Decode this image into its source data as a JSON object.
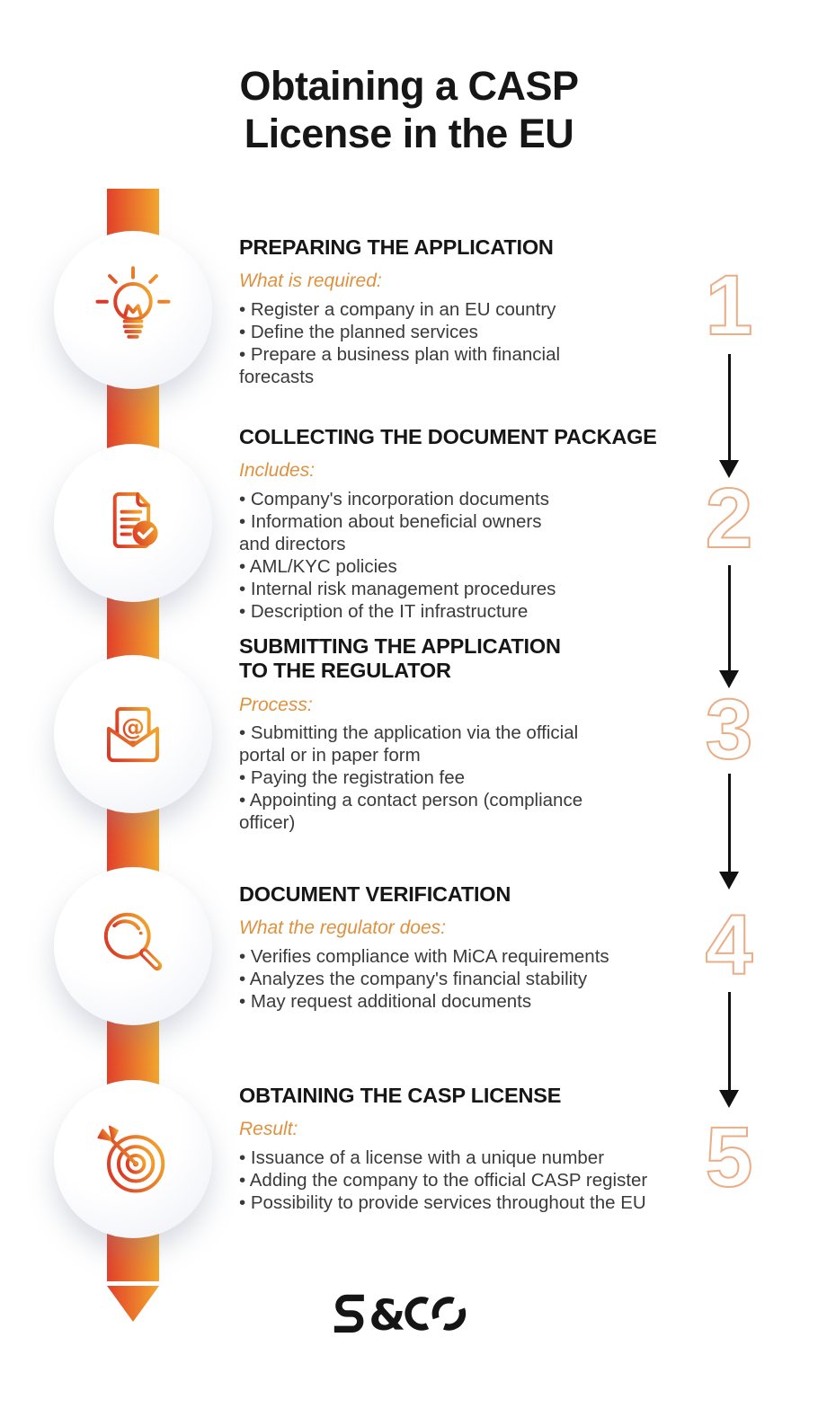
{
  "title": {
    "line1": "Obtaining a CASP",
    "line2": "License in the EU"
  },
  "steps": [
    {
      "number": "1",
      "icon": "lightbulb-icon",
      "heading_lines": [
        "PREPARING THE APPLICATION"
      ],
      "subtitle": "What is required:",
      "bullets": [
        "• Register a company in an EU country",
        "• Define the planned services",
        "• Prepare a business plan with financial",
        "forecasts"
      ]
    },
    {
      "number": "2",
      "icon": "document-check-icon",
      "heading_lines": [
        "COLLECTING THE DOCUMENT PACKAGE"
      ],
      "subtitle": "Includes:",
      "bullets": [
        "• Company's incorporation documents",
        "• Information about beneficial owners",
        "and directors",
        "• AML/KYC policies",
        "• Internal risk management procedures",
        "• Description of the IT infrastructure"
      ]
    },
    {
      "number": "3",
      "icon": "envelope-at-icon",
      "heading_lines": [
        "SUBMITTING THE APPLICATION",
        "TO THE REGULATOR"
      ],
      "subtitle": "Process:",
      "bullets": [
        "• Submitting the application via the official",
        "portal or in paper form",
        "• Paying the registration fee",
        "• Appointing a contact person (compliance",
        "officer)"
      ]
    },
    {
      "number": "4",
      "icon": "magnifier-icon",
      "heading_lines": [
        "DOCUMENT VERIFICATION"
      ],
      "subtitle": "What the regulator does:",
      "bullets": [
        "• Verifies compliance with MiCA requirements",
        "• Analyzes the company's financial stability",
        "• May request additional documents"
      ]
    },
    {
      "number": "5",
      "icon": "target-arrow-icon",
      "heading_lines": [
        "OBTAINING THE CASP LICENSE"
      ],
      "subtitle": "Result:",
      "bullets": [
        "• Issuance of a license with a unique number",
        "• Adding the company to the official CASP register",
        "• Possibility to provide services throughout the EU"
      ]
    }
  ],
  "footer": {
    "logo_text": "S&CO",
    "amp": "&"
  },
  "colors": {
    "accent_red": "#E2402A",
    "accent_orange": "#F2A72E",
    "icon_gradient_start": "#D93A27",
    "icon_gradient_end": "#F2A22C",
    "subtitle_orange": "#E0913E",
    "number_outline": "#EBAD85",
    "heading_text": "#161616",
    "body_text": "#3A3A3A",
    "arrow_black": "#111111"
  }
}
